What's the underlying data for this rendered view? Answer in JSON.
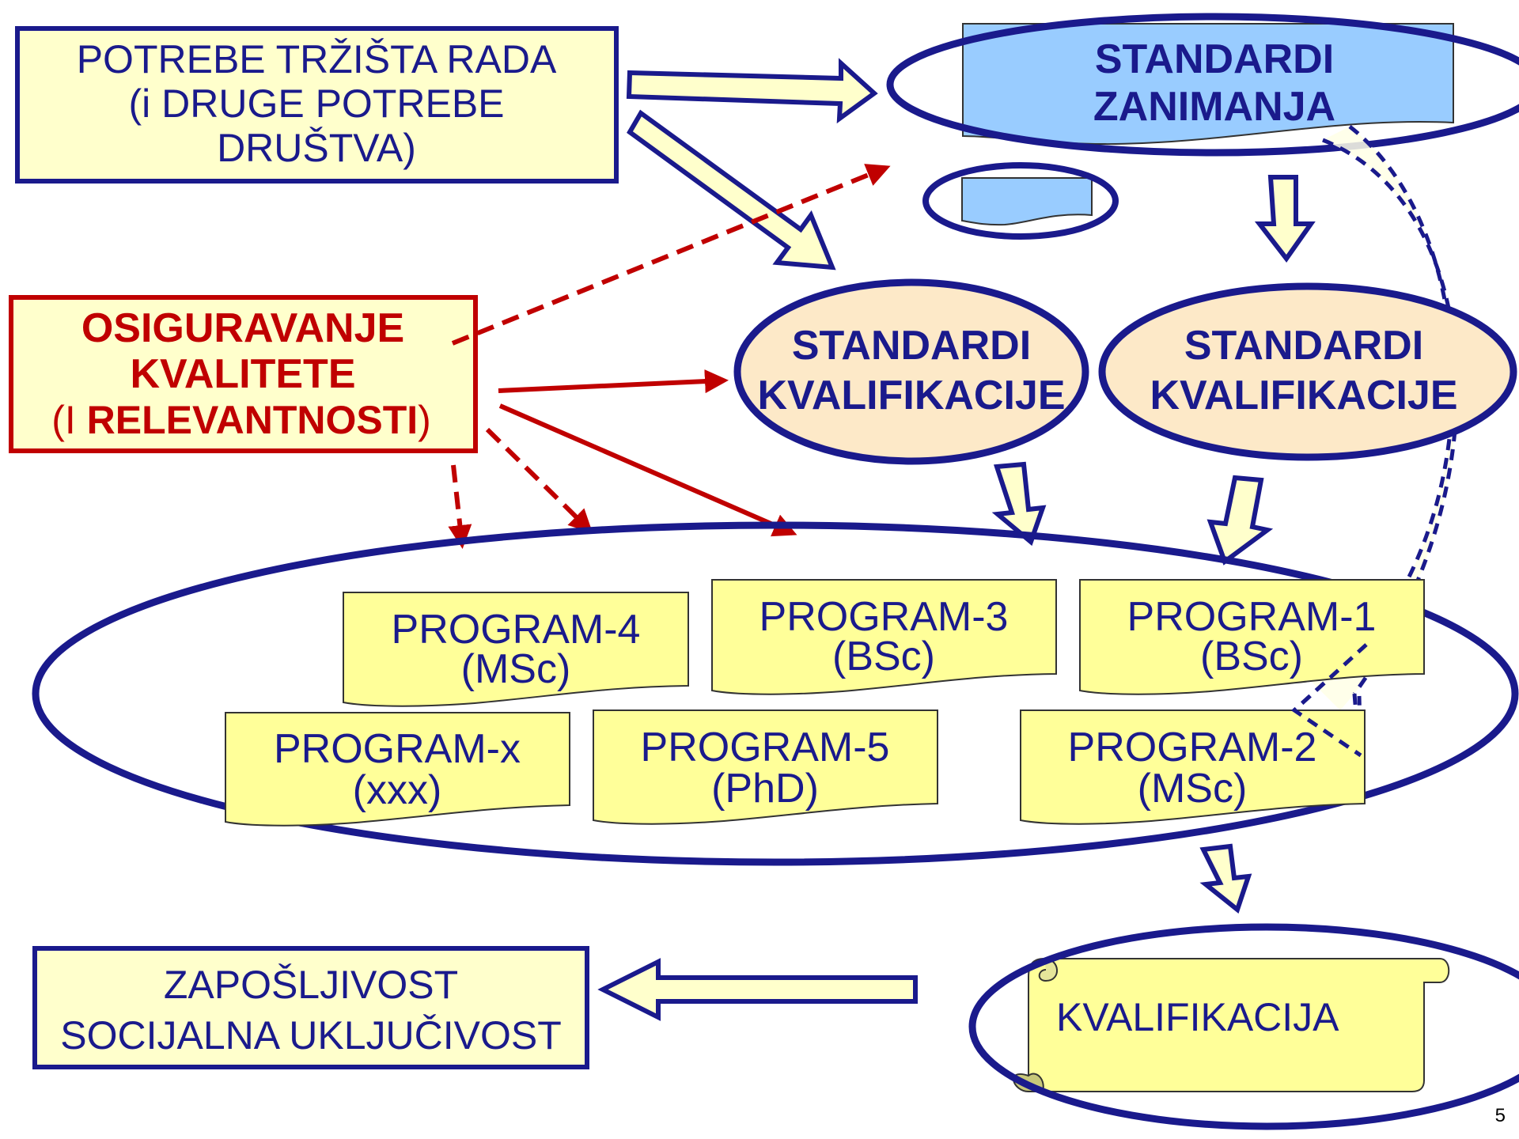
{
  "labor_market_box": {
    "line1": "POTREBE TRŽIŠTA RADA",
    "line2": "(i DRUGE POTREBE",
    "line3": "DRUŠTVA)"
  },
  "occupation_standards": {
    "line1": "STANDARDI",
    "line2": "ZANIMANJA"
  },
  "quality_box": {
    "line1": "OSIGURAVANJE",
    "line2": "KVALITETE",
    "line3_open": "(I ",
    "line3_bold": "RELEVANTNOSTI",
    "line3_close": ")"
  },
  "qualification_standards_left": {
    "line1": "STANDARDI",
    "line2": "KVALIFIKACIJE"
  },
  "qualification_standards_right": {
    "line1": "STANDARDI",
    "line2": "KVALIFIKACIJE"
  },
  "programs": [
    {
      "name": "PROGRAM-4",
      "level": "(MSc)"
    },
    {
      "name": "PROGRAM-3",
      "level": "(BSc)"
    },
    {
      "name": "PROGRAM-1",
      "level": "(BSc)"
    },
    {
      "name": "PROGRAM-x",
      "level": "(xxx)"
    },
    {
      "name": "PROGRAM-5",
      "level": "(PhD)"
    },
    {
      "name": "PROGRAM-2",
      "level": "(MSc)"
    }
  ],
  "employability_box": {
    "line1": "ZAPOŠLJIVOST",
    "line2": "SOCIJALNA UKLJUČIVOST"
  },
  "qualification_scroll": "KVALIFIKACIJA",
  "page_number": "5",
  "colors": {
    "navy": "#1a1a8c",
    "red": "#c00000",
    "pale_yellow": "#ffffcc",
    "program_yellow": "#ffff99",
    "light_blue": "#99ccff",
    "beige": "#fde9c8"
  }
}
